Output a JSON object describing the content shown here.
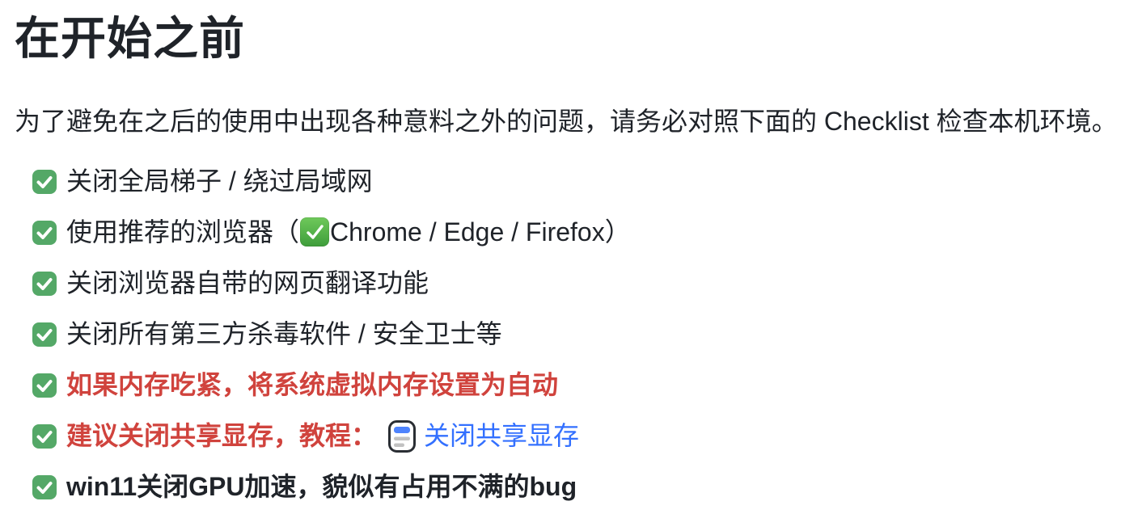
{
  "heading": {
    "title": "在开始之前"
  },
  "intro": {
    "text": "为了避免在之后的使用中出现各种意料之外的问题，请务必对照下面的 Checklist 检查本机环境。"
  },
  "checklist": {
    "items": [
      {
        "label": "关闭全局梯子 / 绕过局域网",
        "checked": true,
        "style": "normal"
      },
      {
        "label_before": "使用推荐的浏览器（",
        "emoji": "check-mark-button",
        "label_after": "Chrome / Edge / Firefox）",
        "checked": true,
        "style": "normal"
      },
      {
        "label": "关闭浏览器自带的网页翻译功能",
        "checked": true,
        "style": "normal"
      },
      {
        "label": "关闭所有第三方杀毒软件 / 安全卫士等",
        "checked": true,
        "style": "normal"
      },
      {
        "label": "如果内存吃紧，将系统虚拟内存设置为自动",
        "checked": true,
        "style": "red-bold"
      },
      {
        "label": "建议关闭共享显存，教程：",
        "checked": true,
        "style": "red-bold",
        "link": {
          "icon": "document-icon",
          "text": "关闭共享显存"
        }
      },
      {
        "label": "win11关闭GPU加速，貌似有占用不满的bug",
        "checked": true,
        "style": "bold"
      }
    ]
  },
  "colors": {
    "text": "#1f2329",
    "checkbox_green": "#54a867",
    "emoji_green_top": "#6fc95b",
    "emoji_green_bottom": "#3e9d3b",
    "alert_red": "#d0433d",
    "link_blue": "#3370ff",
    "doc_icon_accent_blue": "#4e83fd",
    "doc_icon_line_gray": "#c2c2c2"
  }
}
